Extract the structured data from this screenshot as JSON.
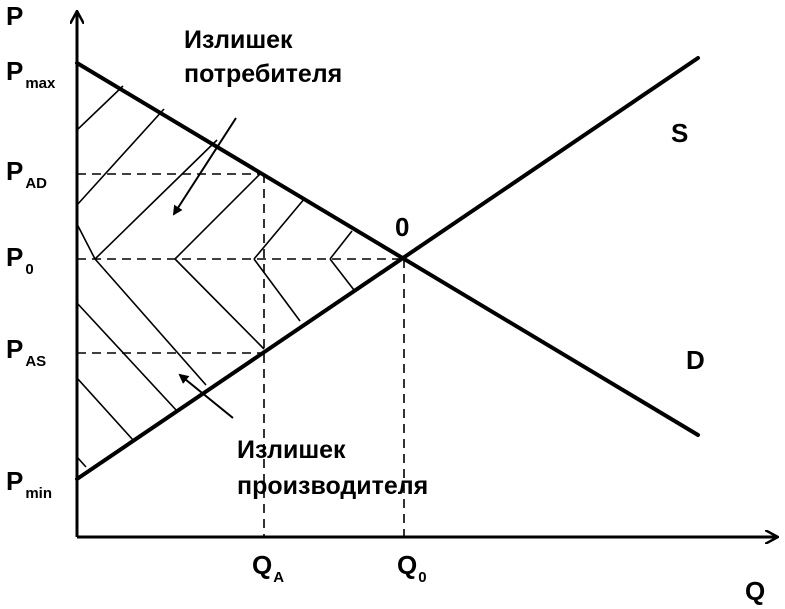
{
  "axes": {
    "y_label": "P",
    "x_label": "Q"
  },
  "price_labels": [
    {
      "main": "P",
      "sub": "max"
    },
    {
      "main": "P",
      "sub": "AD"
    },
    {
      "main": "P",
      "sub": "0"
    },
    {
      "main": "P",
      "sub": "AS"
    },
    {
      "main": "P",
      "sub": "min"
    }
  ],
  "quantity_labels": [
    {
      "main": "Q",
      "sub": "A"
    },
    {
      "main": "Q",
      "sub": "0"
    }
  ],
  "curves": {
    "supply": "S",
    "demand": "D"
  },
  "equilibrium_label": "0",
  "annotations": {
    "consumer_surplus": [
      "Излишек",
      "потребителя"
    ],
    "producer_surplus": [
      "Излишек",
      "производителя"
    ]
  }
}
